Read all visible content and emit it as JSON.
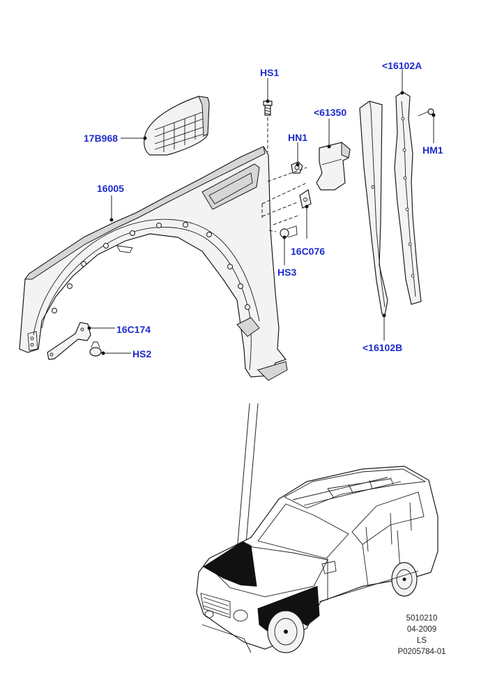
{
  "callouts": {
    "hs1": "HS1",
    "p16102a": "<16102A",
    "p61350": "<61350",
    "hn1": "HN1",
    "hm1": "HM1",
    "p17b968": "17B968",
    "p16005": "16005",
    "p16c076": "16C076",
    "hs3": "HS3",
    "p16c174": "16C174",
    "hs2": "HS2",
    "p16102b": "<16102B"
  },
  "footer": {
    "line1": "5010210",
    "line2": "04-2009",
    "line3": "LS",
    "line4": "P0205784-01"
  },
  "colors": {
    "callout_text": "#1d2ccc",
    "line_art": "#1a1a1a",
    "background": "#ffffff"
  }
}
